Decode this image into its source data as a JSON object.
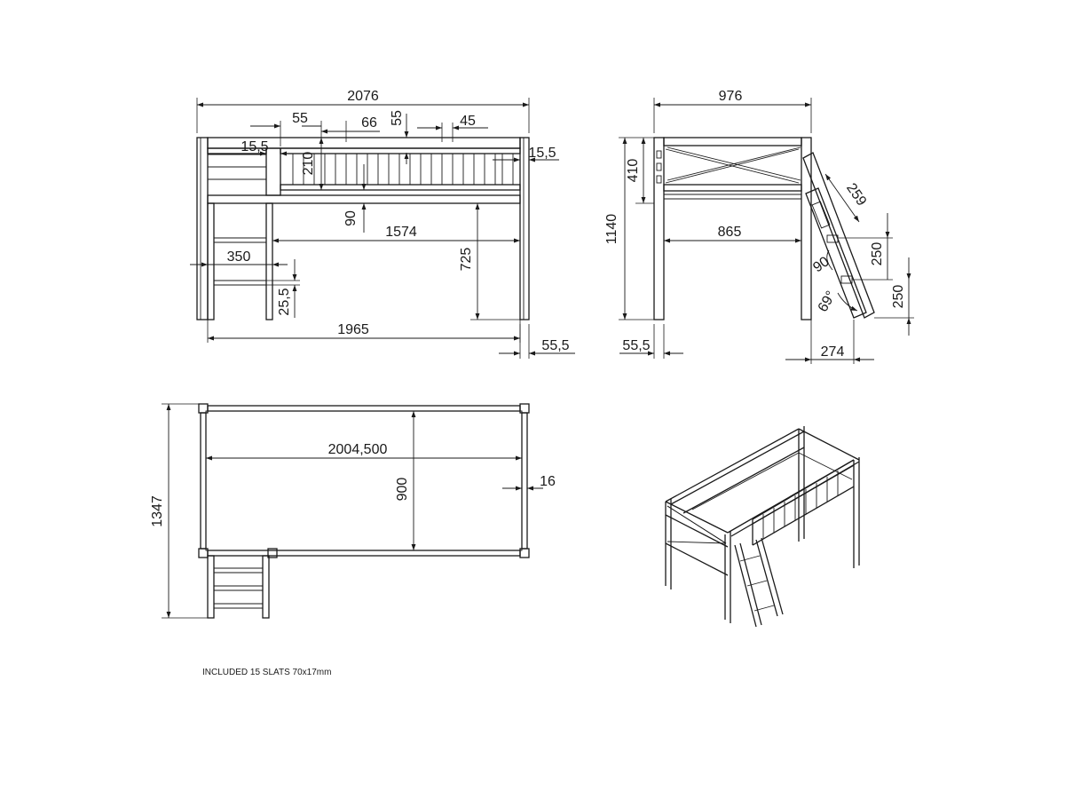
{
  "front_view": {
    "overall_length": "2076",
    "rail_gap_left": "55",
    "baluster_spacing": "66",
    "baluster_gap": "55",
    "baluster_width": "45",
    "rail_offset_left": "15,5",
    "rail_offset_right": "15,5",
    "rail_height": "210",
    "rail_drop": "90",
    "inner_length": "1574",
    "ladder_width": "350",
    "ladder_offset": "25,5",
    "underside_height": "725",
    "post_span": "1965",
    "post_thickness": "55,5"
  },
  "side_view": {
    "overall_width": "976",
    "top_section": "410",
    "overall_height": "1140",
    "inner_width": "865",
    "rung_length": "259",
    "rung_step_upper": "250",
    "rung_step_lower": "250",
    "rung_angle": "90",
    "ladder_angle": "69°",
    "ladder_foot": "274",
    "post_thickness": "55,5"
  },
  "top_view": {
    "overall_width": "1347",
    "mattress_length": "2004,500",
    "mattress_width": "900",
    "rail_offset": "16"
  },
  "note": "INCLUDED 15 SLATS  70x17mm"
}
